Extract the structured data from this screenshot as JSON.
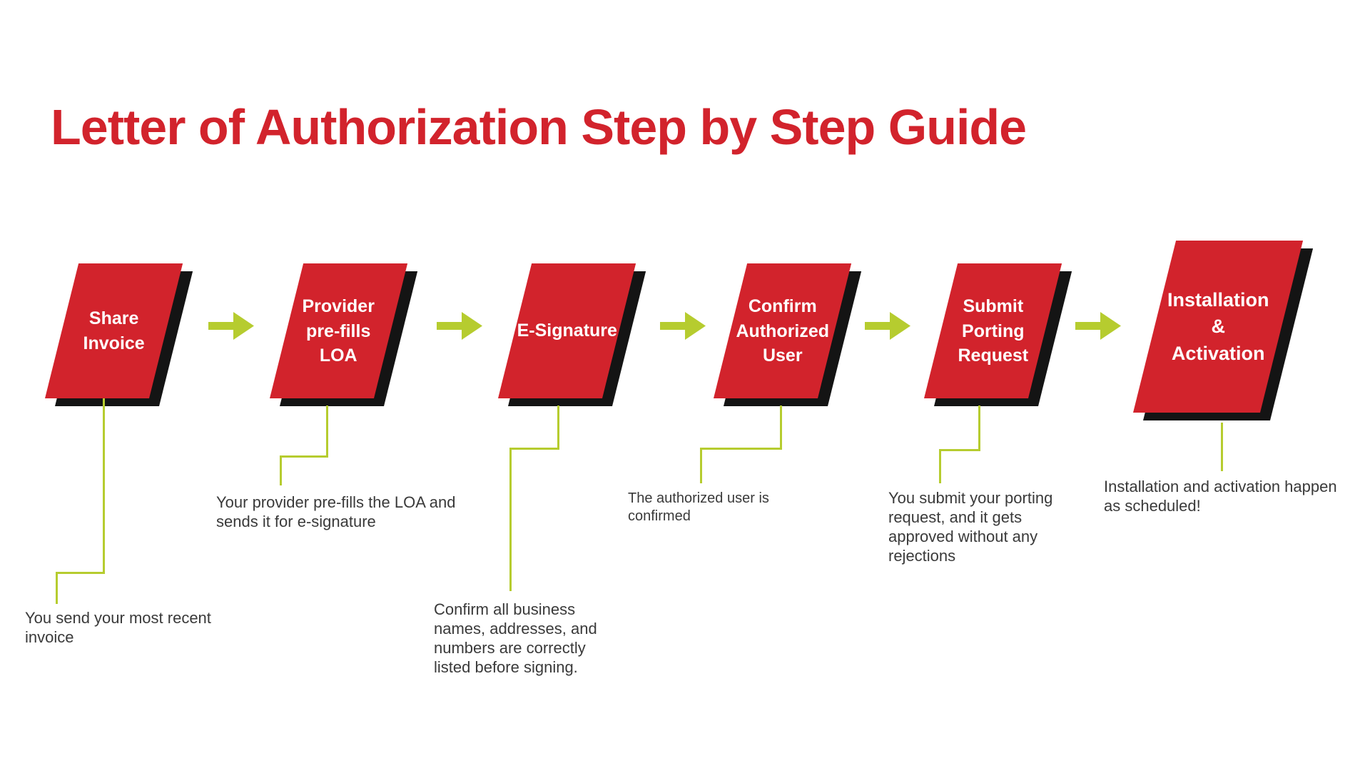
{
  "title": "Letter of Authorization Step by Step Guide",
  "colors": {
    "red": "#d2232c",
    "green": "#b6cc2f",
    "shadow": "#141414",
    "text": "#3a3a3a",
    "bg": "#ffffff"
  },
  "icons": {
    "step_connector": "arrow-right"
  },
  "steps": [
    {
      "label": "Share\nInvoice",
      "description": "You send your most recent\ninvoice"
    },
    {
      "label": "Provider\npre-fills\nLOA",
      "description": "Your provider pre-fills the LOA and\nsends it for e-signature"
    },
    {
      "label": "E-Signature",
      "description": "Confirm all business\nnames, addresses, and\nnumbers are correctly\nlisted before signing."
    },
    {
      "label": "Confirm\nAuthorized\nUser",
      "description": "The authorized user is\nconfirmed"
    },
    {
      "label": "Submit\nPorting\nRequest",
      "description": "You submit your porting\nrequest, and it gets\napproved without any\nrejections"
    },
    {
      "label": "Installation\n&\nActivation",
      "description": "Installation and activation happen\nas scheduled!"
    }
  ]
}
